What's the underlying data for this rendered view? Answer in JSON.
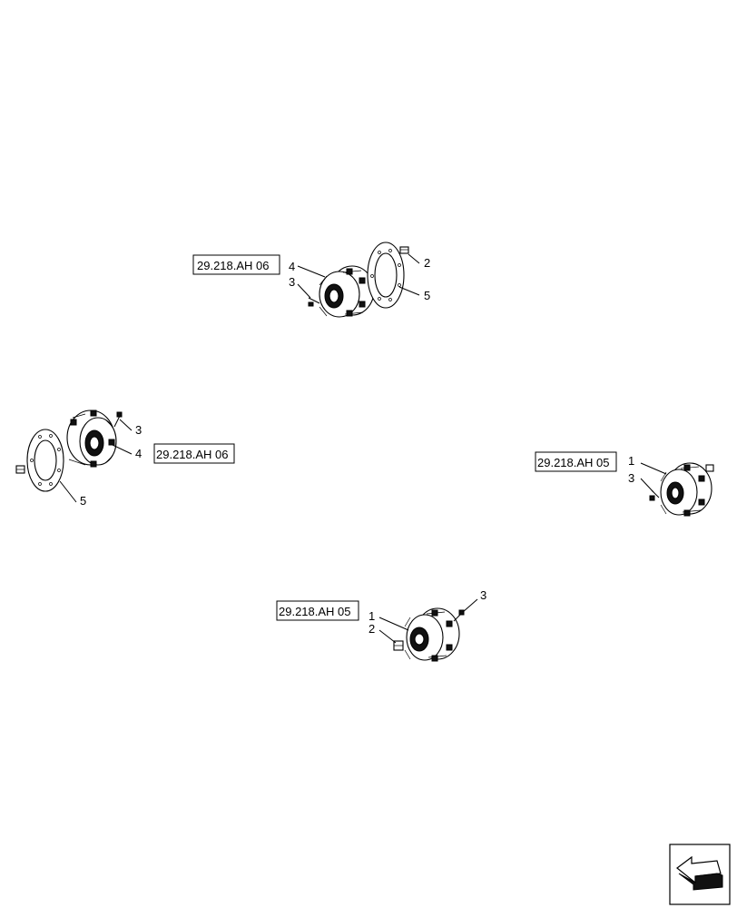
{
  "references": {
    "top": "29.218.AH 06",
    "left": "29.218.AH 06",
    "right": "29.218.AH 05",
    "bottom": "29.218.AH 05"
  },
  "callouts": {
    "top": [
      "4",
      "3",
      "2",
      "5"
    ],
    "left": [
      "3",
      "4",
      "5"
    ],
    "right": [
      "1",
      "3"
    ],
    "bottom": [
      "1",
      "2",
      "3"
    ]
  }
}
